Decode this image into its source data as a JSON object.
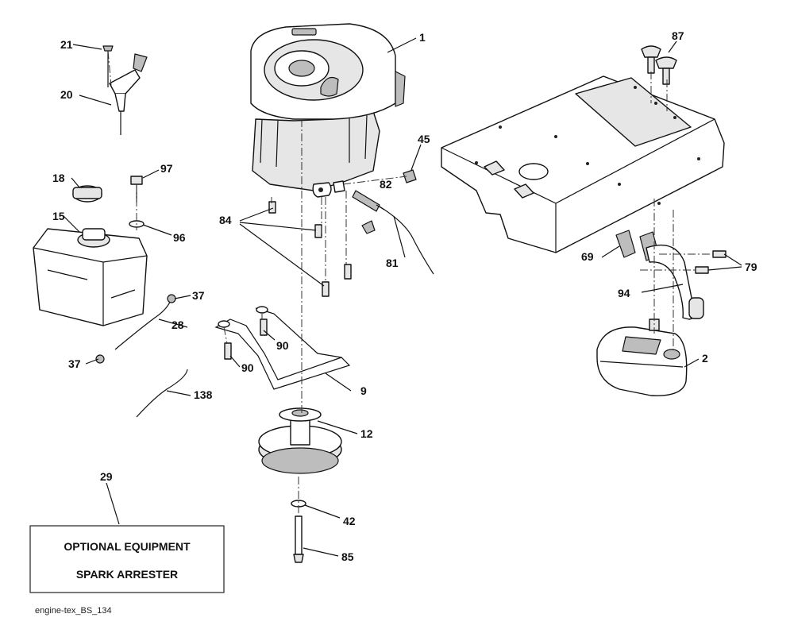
{
  "callouts": {
    "c1": "1",
    "c2": "2",
    "c9": "9",
    "c12": "12",
    "c15": "15",
    "c18": "18",
    "c20": "20",
    "c21": "21",
    "c28": "28",
    "c29": "29",
    "c37a": "37",
    "c37b": "37",
    "c42": "42",
    "c45": "45",
    "c69": "69",
    "c79": "79",
    "c81": "81",
    "c82": "82",
    "c84": "84",
    "c85": "85",
    "c87": "87",
    "c90a": "90",
    "c90b": "90",
    "c94": "94",
    "c96": "96",
    "c97": "97",
    "c138": "138"
  },
  "optional_box": {
    "line1": "OPTIONAL EQUIPMENT",
    "line2": "SPARK ARRESTER"
  },
  "footer_code": "engine-tex_BS_134"
}
